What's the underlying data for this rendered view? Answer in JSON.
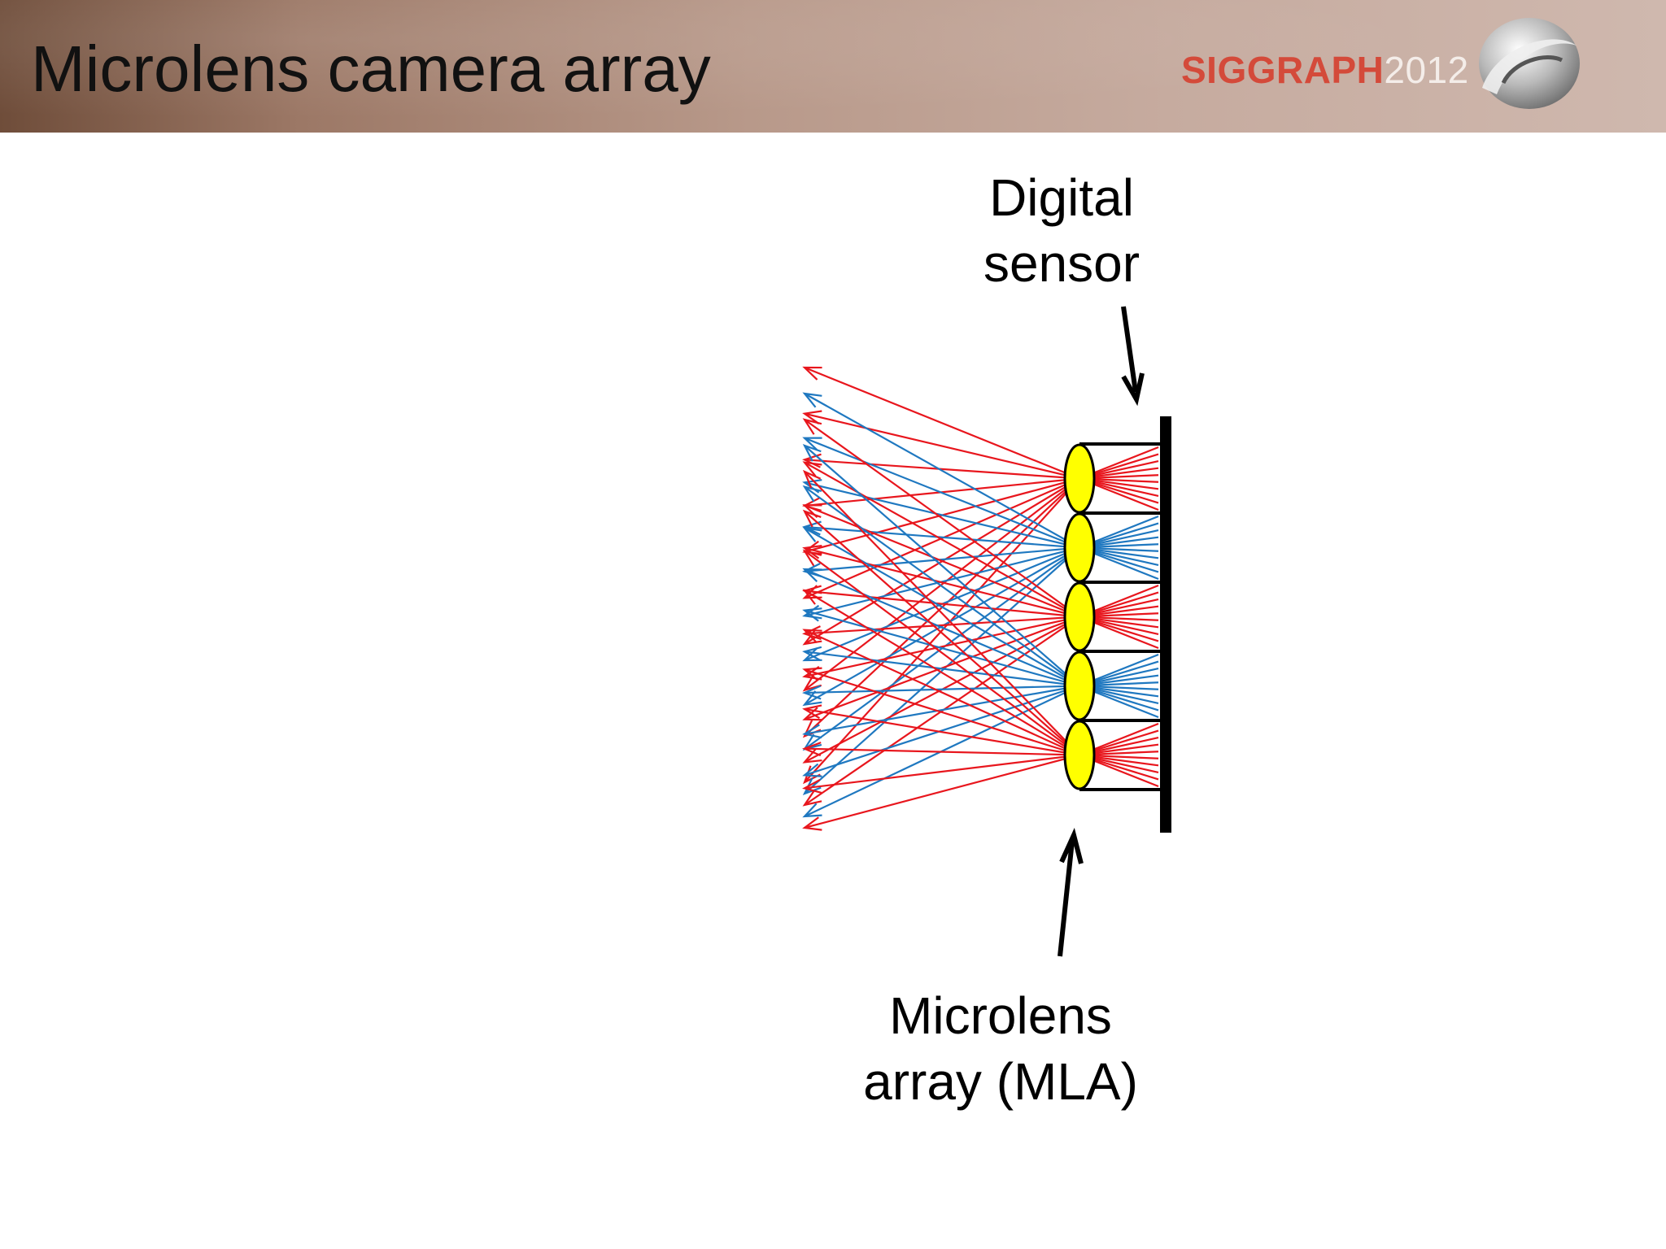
{
  "slide": {
    "title": "Microlens camera array",
    "brand_name": "SIGGRAPH",
    "brand_year": "2012"
  },
  "diagram": {
    "labels": {
      "sensor_line1": "Digital",
      "sensor_line2": "sensor",
      "mla_line1": "Microlens",
      "mla_line2": "array (MLA)"
    },
    "lens_count": 5,
    "rays_per_lens": 10,
    "lens_ray_colors": [
      "#e8161d",
      "#1f78c0",
      "#e8161d",
      "#1f78c0",
      "#e8161d"
    ],
    "lens_fill": "#ffff00",
    "sensor_color": "#000000"
  }
}
